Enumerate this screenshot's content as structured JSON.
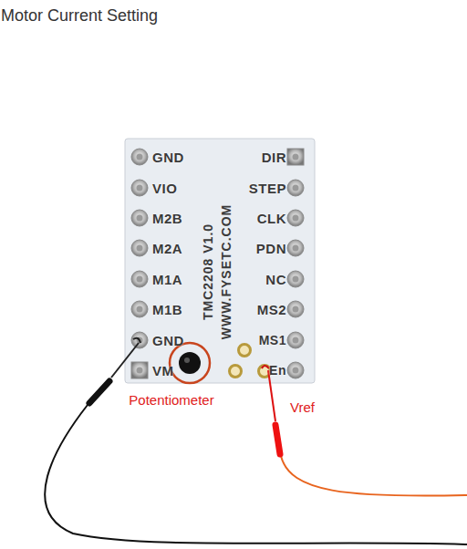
{
  "diagram": {
    "title": "Motor Current Setting",
    "nodes": [
      {
        "text": [
          "TMC2208 V1.0",
          "WWW.FYSETC.COM"
        ]
      }
    ],
    "labels": [
      "GND",
      "VIO",
      "M2B",
      "M2A",
      "M1A",
      "M1B",
      "GND",
      "VM",
      "DIR",
      "STEP",
      "CLK",
      "PDN",
      "NC",
      "MS2",
      "MS1",
      "En",
      "Potentiometer",
      "Vref"
    ]
  }
}
